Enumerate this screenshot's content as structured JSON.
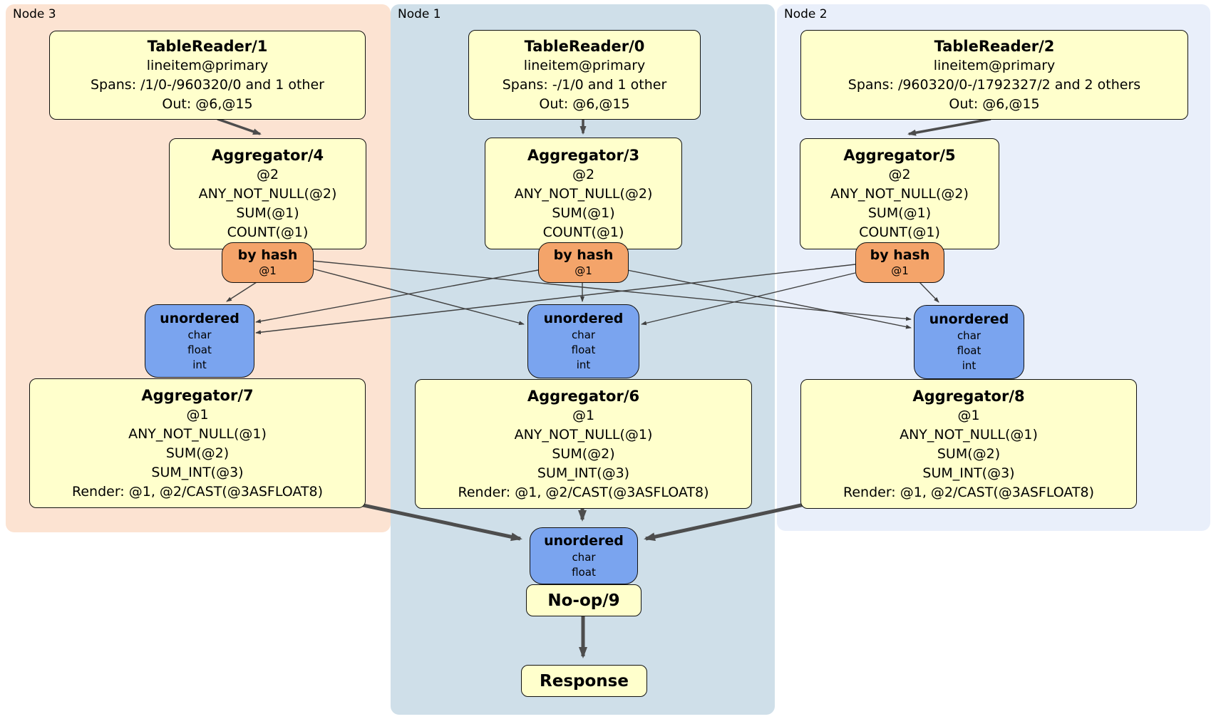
{
  "regions": {
    "node3": {
      "label": "Node 3",
      "color": "#fce3d2"
    },
    "node1": {
      "label": "Node 1",
      "color": "#cfdfe9"
    },
    "node2": {
      "label": "Node 2",
      "color": "#e9effa"
    }
  },
  "colors": {
    "processor_fill": "#ffffcc",
    "router_fill": "#f4a46a",
    "sync_fill": "#7aa4ef",
    "border": "#111111",
    "edge": "#4d4d4d"
  },
  "nodes": {
    "tr1": {
      "title": "TableReader/1",
      "lines": [
        "lineitem@primary",
        "Spans: /1/0-/960320/0 and 1 other",
        "Out: @6,@15"
      ]
    },
    "tr0": {
      "title": "TableReader/0",
      "lines": [
        "lineitem@primary",
        "Spans: -/1/0 and 1 other",
        "Out: @6,@15"
      ]
    },
    "tr2": {
      "title": "TableReader/2",
      "lines": [
        "lineitem@primary",
        "Spans: /960320/0-/1792327/2 and 2 others",
        "Out: @6,@15"
      ]
    },
    "agg4": {
      "title": "Aggregator/4",
      "lines": [
        "@2",
        "ANY_NOT_NULL(@2)",
        "SUM(@1)",
        "COUNT(@1)"
      ]
    },
    "agg3": {
      "title": "Aggregator/3",
      "lines": [
        "@2",
        "ANY_NOT_NULL(@2)",
        "SUM(@1)",
        "COUNT(@1)"
      ]
    },
    "agg5": {
      "title": "Aggregator/5",
      "lines": [
        "@2",
        "ANY_NOT_NULL(@2)",
        "SUM(@1)",
        "COUNT(@1)"
      ]
    },
    "hash": {
      "title": "by hash",
      "line": "@1"
    },
    "sync": {
      "title": "unordered",
      "lines": [
        "char",
        "float",
        "int"
      ]
    },
    "agg7": {
      "title": "Aggregator/7",
      "lines": [
        "@1",
        "ANY_NOT_NULL(@1)",
        "SUM(@2)",
        "SUM_INT(@3)",
        "Render: @1, @2/CAST(@3ASFLOAT8)"
      ]
    },
    "agg6": {
      "title": "Aggregator/6",
      "lines": [
        "@1",
        "ANY_NOT_NULL(@1)",
        "SUM(@2)",
        "SUM_INT(@3)",
        "Render: @1, @2/CAST(@3ASFLOAT8)"
      ]
    },
    "agg8": {
      "title": "Aggregator/8",
      "lines": [
        "@1",
        "ANY_NOT_NULL(@1)",
        "SUM(@2)",
        "SUM_INT(@3)",
        "Render: @1, @2/CAST(@3ASFLOAT8)"
      ]
    },
    "sync_final": {
      "title": "unordered",
      "lines": [
        "char",
        "float"
      ]
    },
    "noop": {
      "title": "No-op/9"
    },
    "response": {
      "title": "Response"
    }
  }
}
